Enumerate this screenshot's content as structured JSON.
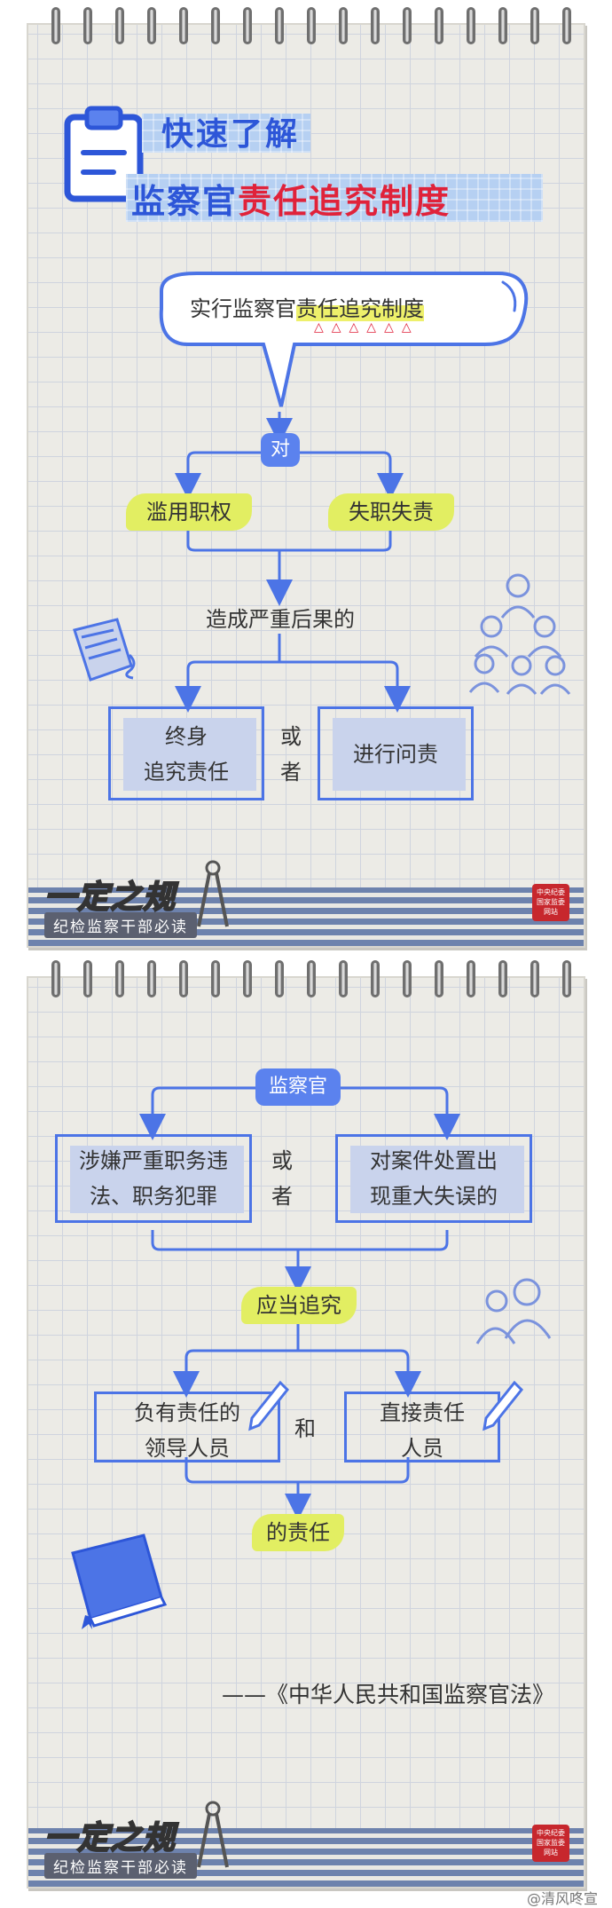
{
  "card1": {
    "title_line1": "快速了解",
    "title_line2_blue": "监察官",
    "title_line2_red": "责任追究制度",
    "bubble_prefix": "实行监察官",
    "bubble_highlight": "责任追究制度",
    "emphasis_marks": "△△△△△△",
    "dui": "对",
    "abuse": "滥用职权",
    "neglect": "失职失责",
    "consequence": "造成严重后果的",
    "lifelong_line1": "终身",
    "lifelong_line2": "追究责任",
    "or_line1": "或",
    "or_line2": "者",
    "accountability": "进行问责"
  },
  "card2": {
    "supervisor": "监察官",
    "crime_line1": "涉嫌严重职务违",
    "crime_line2": "法、职务犯罪",
    "or_line1": "或",
    "or_line2": "者",
    "mistake_line1": "对案件处置出",
    "mistake_line2": "现重大失误的",
    "pursue": "应当追究",
    "leader_line1": "负有责任的",
    "leader_line2": "领导人员",
    "and": "和",
    "direct_line1": "直接责任",
    "direct_line2": "人员",
    "responsibility": "的责任",
    "source": "——《中华人民共和国监察官法》"
  },
  "footer": {
    "logo": "一定之规",
    "subtitle": "纪检监察干部必读",
    "seal_line1": "中央纪委",
    "seal_line2": "国家监委",
    "seal_line3": "网站"
  },
  "watermark": "@清风咚宣",
  "colors": {
    "accent_blue": "#2d56d8",
    "accent_red": "#e0223a",
    "chip_blue": "#5b82ee",
    "chip_yellow": "#e2ee62",
    "paper": "#ecebe6"
  }
}
